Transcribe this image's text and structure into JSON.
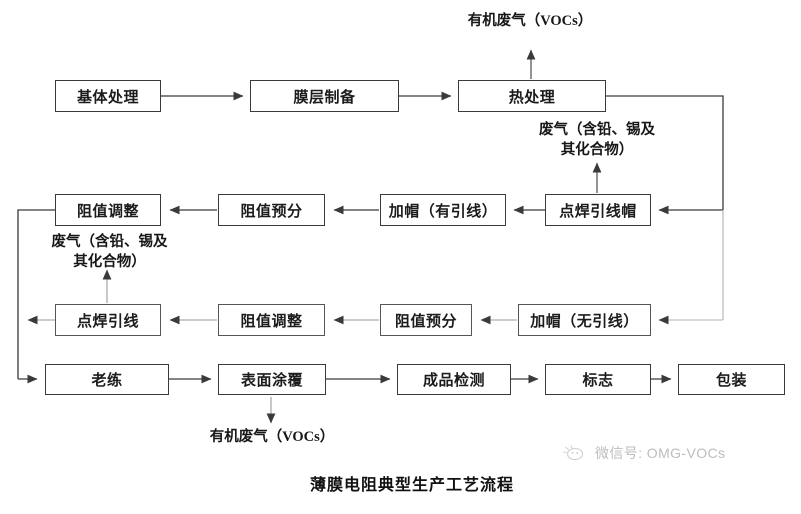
{
  "diagram": {
    "caption": "薄膜电阻典型生产工艺流程",
    "line_color": "#3a3a3a",
    "box_border_color": "#3a3a3a",
    "text_color": "#1c1c1c",
    "background": "#ffffff"
  },
  "nodes": {
    "substrate_treatment": "基体处理",
    "film_preparation": "膜层制备",
    "heat_treatment": "热处理",
    "spot_weld_lead_cap": "点焊引线帽",
    "cap_with_lead": "加帽（有引线）",
    "resistance_pre_split_1": "阻值预分",
    "resistance_adjust_1": "阻值调整",
    "cap_without_lead": "加帽（无引线）",
    "resistance_pre_split_2": "阻值预分",
    "resistance_adjust_2": "阻值调整",
    "spot_weld_lead": "点焊引线",
    "aging": "老练",
    "surface_coating": "表面涂覆",
    "finished_inspection": "成品检测",
    "marking": "标志",
    "packaging": "包装"
  },
  "emissions": {
    "voc_top": "有机废气（VOCs）",
    "exhaust_heat_line1": "废气（含铅、锡及",
    "exhaust_heat_line2": "其化合物）",
    "exhaust_weld_line1": "废气（含铅、锡及",
    "exhaust_weld_line2": "其化合物）",
    "voc_bottom": "有机废气（VOCs）"
  },
  "watermark": {
    "label": "微信号: OMG-VOCs",
    "icon": "wechat-cloud-icon",
    "color": "#bdbdbd"
  },
  "chart_data": {
    "type": "diagram",
    "title": "薄膜电阻典型生产工艺流程",
    "flow_sequence": [
      "基体处理",
      "膜层制备",
      "热处理",
      "点焊引线帽",
      "加帽（有引线）",
      "阻值预分",
      "阻值调整",
      "加帽（无引线）",
      "阻值预分",
      "阻值调整",
      "点焊引线",
      "老练",
      "表面涂覆",
      "成品检测",
      "标志",
      "包装"
    ],
    "emission_points": [
      {
        "from": "热处理",
        "label": "有机废气（VOCs）",
        "direction": "up"
      },
      {
        "from": "点焊引线帽",
        "label": "废气（含铅、锡及其化合物）",
        "direction": "up"
      },
      {
        "from": "点焊引线",
        "label": "废气（含铅、锡及其化合物）",
        "direction": "up"
      },
      {
        "from": "表面涂覆",
        "label": "有机废气（VOCs）",
        "direction": "down"
      }
    ]
  }
}
